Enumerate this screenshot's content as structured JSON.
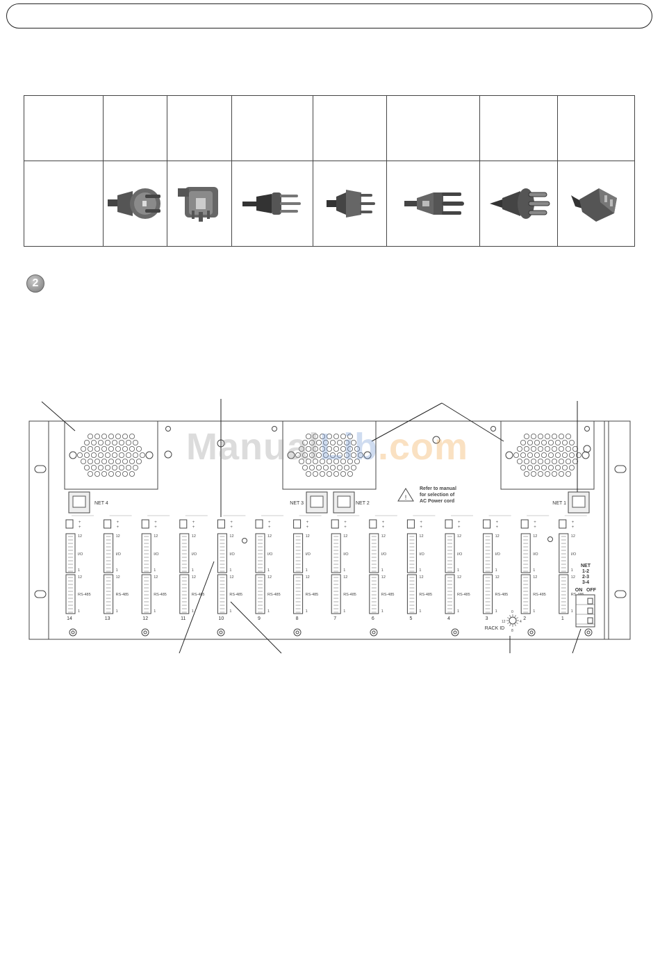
{
  "header": {
    "title": ""
  },
  "step": {
    "number": "2"
  },
  "plug_table": {
    "plugs": [
      {
        "icon": "schuko-plug-icon"
      },
      {
        "icon": "uk-plug-icon"
      },
      {
        "icon": "swiss-plug-icon"
      },
      {
        "icon": "italian-plug-icon"
      },
      {
        "icon": "south-africa-plug-icon"
      },
      {
        "icon": "danish-plug-icon"
      },
      {
        "icon": "angled-schuko-plug-icon"
      }
    ]
  },
  "rack": {
    "net_ports": [
      "NET 4",
      "NET 3",
      "NET 2",
      "NET 1"
    ],
    "warning_lines": [
      "Refer to manual",
      "for selection of",
      "AC Power cord"
    ],
    "slots": [
      "14",
      "13",
      "12",
      "11",
      "10",
      "9",
      "8",
      "7",
      "6",
      "5",
      "4",
      "3",
      "2",
      "1"
    ],
    "io_label": "I/O",
    "rs485_label": "RS-485",
    "pin_top": "12",
    "pin_bottom": "1",
    "rack_id_label": "RACK ID",
    "dial_marks": [
      "0",
      "4",
      "8",
      "12"
    ],
    "switch_labels": [
      "NET",
      "1-2",
      "2-3",
      "3-4"
    ],
    "on_label": "ON",
    "off_label": "OFF"
  },
  "watermark": {
    "part1": "Manual",
    "part2": "Lib",
    "part3": ".com"
  }
}
